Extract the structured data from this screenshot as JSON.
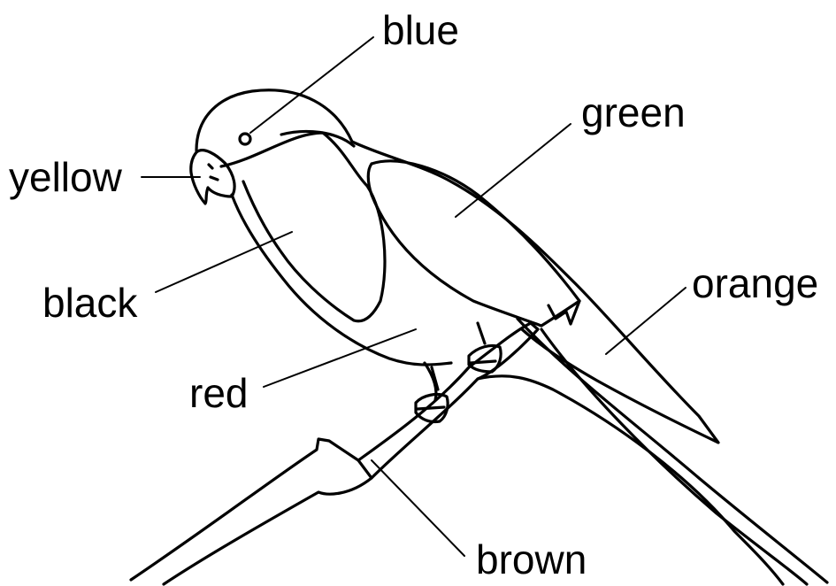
{
  "labels": {
    "blue": "blue",
    "green": "green",
    "yellow": "yellow",
    "black": "black",
    "orange": "orange",
    "red": "red",
    "brown": "brown"
  }
}
